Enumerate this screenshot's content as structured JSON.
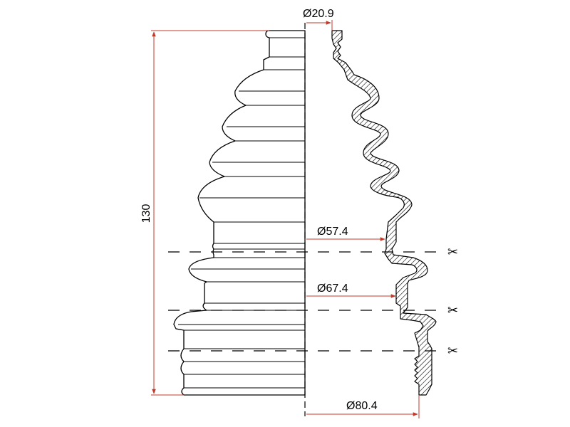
{
  "colors": {
    "dimension_lines": "#c0392b",
    "outline": "#000000",
    "background": "#ffffff"
  },
  "dimensions": {
    "top_diameter": "Ø20.9",
    "mid_diameter": "Ø57.4",
    "lower_diameter": "Ø67.4",
    "bottom_diameter": "Ø80.4",
    "height": "130"
  },
  "icons": {
    "cut_marker": "scissors-icon"
  }
}
